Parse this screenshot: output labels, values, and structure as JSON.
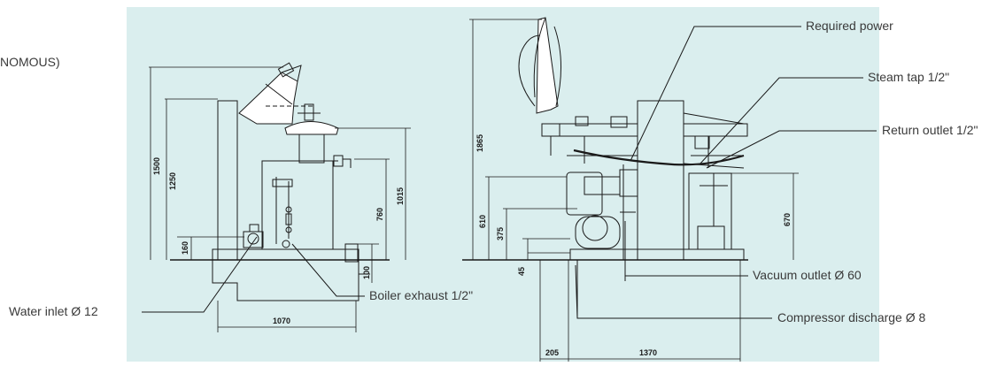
{
  "header_fragment": "NOMOUS)",
  "colors": {
    "panel": "#daeeee",
    "ink": "#1a1a1a",
    "text": "#3a3a3a"
  },
  "callouts": {
    "water_inlet": "Water inlet Ø 12",
    "boiler_exhaust": "Boiler exhaust 1/2\"",
    "required_power": "Required power",
    "steam_tap": "Steam tap 1/2\"",
    "return_outlet": "Return outlet 1/2\"",
    "vacuum_outlet": "Vacuum outlet Ø 60",
    "compressor_discharge": "Compressor discharge Ø 8"
  },
  "left_view": {
    "dims": {
      "h1500": "1500",
      "h1250": "1250",
      "h160": "160",
      "h1015": "1015",
      "h760": "760",
      "h100": "100",
      "w1070": "1070"
    }
  },
  "right_view": {
    "dims": {
      "h1865": "1865",
      "h610": "610",
      "h375": "375",
      "h45": "45",
      "h670": "670",
      "w205": "205",
      "w1370": "1370"
    }
  }
}
